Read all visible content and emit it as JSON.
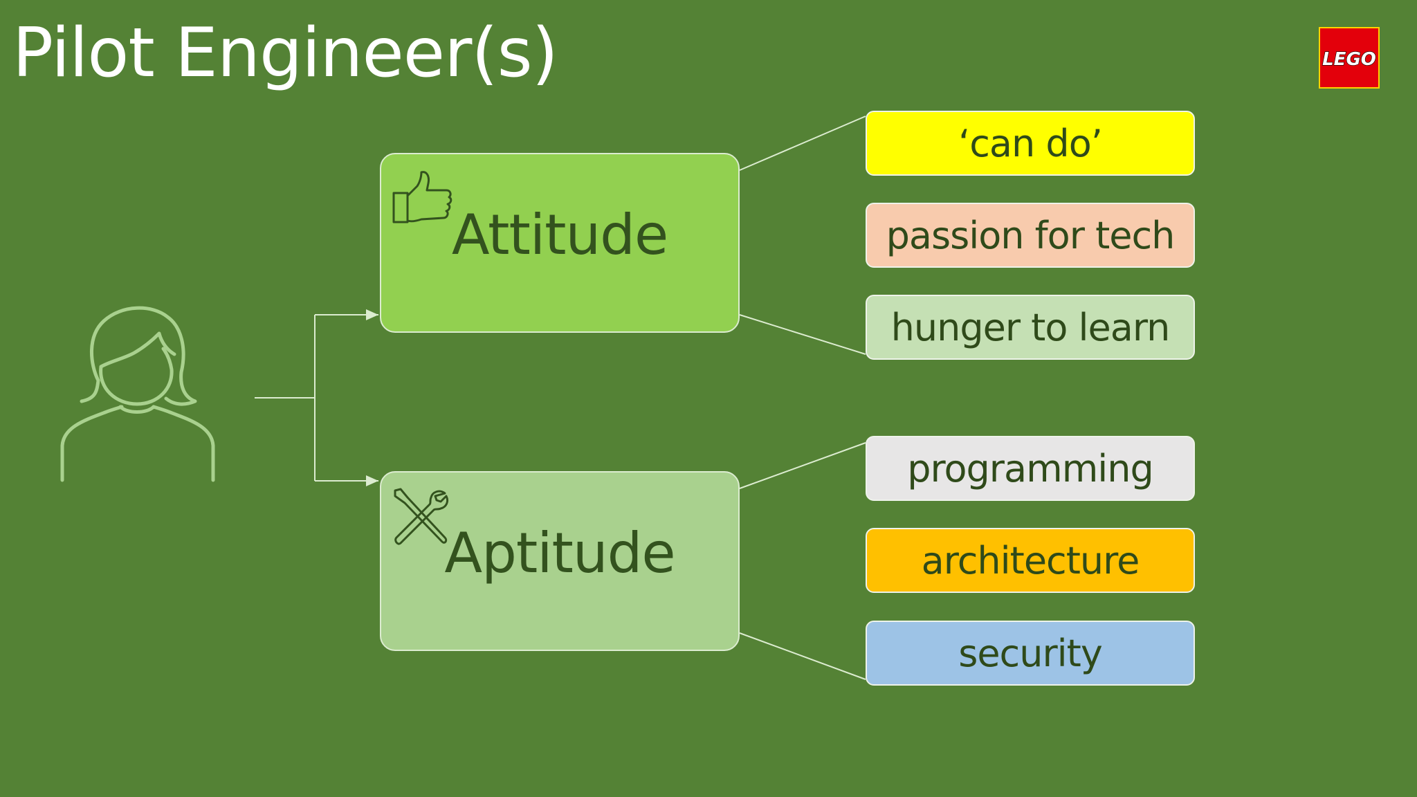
{
  "slide": {
    "title": "Pilot Engineer(s)",
    "logo_text": "LEGO",
    "icons": {
      "person": "person-outline-icon",
      "attitude": "thumbs-up-icon",
      "aptitude": "wrench-screwdriver-icon"
    },
    "colors": {
      "background": "#548235",
      "attitude_box": "#92d050",
      "aptitude_box": "#a9d18e",
      "connector": "#dcecd0"
    },
    "categories": [
      {
        "label": "Attitude",
        "traits": [
          {
            "label": "‘can do’",
            "color": "#ffff00"
          },
          {
            "label": "passion for tech",
            "color": "#f8cbad"
          },
          {
            "label": "hunger to learn",
            "color": "#c5e0b4"
          }
        ]
      },
      {
        "label": "Aptitude",
        "traits": [
          {
            "label": "programming",
            "color": "#e7e6e6"
          },
          {
            "label": "architecture",
            "color": "#ffc000"
          },
          {
            "label": "security",
            "color": "#9dc3e6"
          }
        ]
      }
    ]
  }
}
